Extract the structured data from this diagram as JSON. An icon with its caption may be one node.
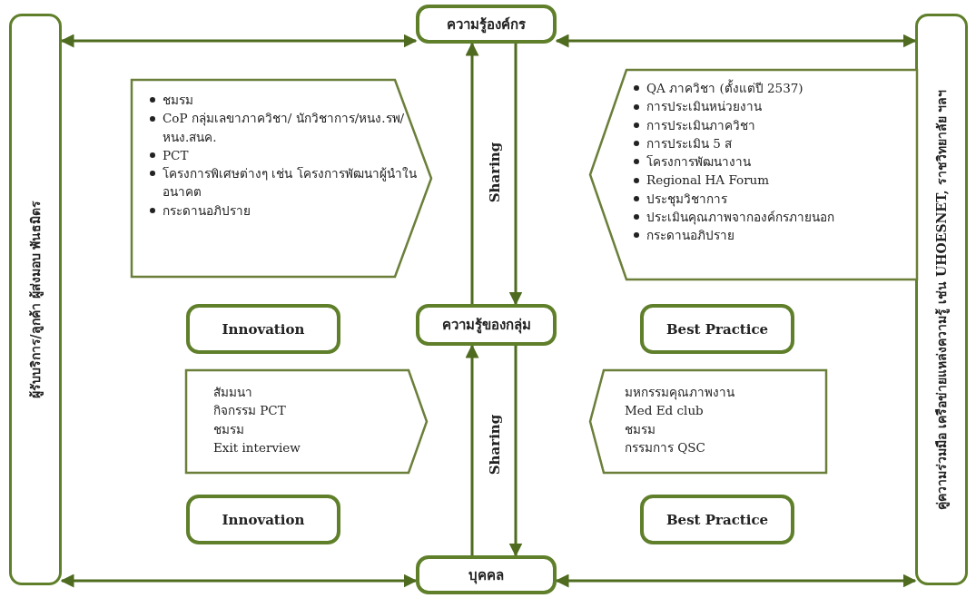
{
  "diagram": {
    "nodes": [
      {
        "text": [
          "ผู้รับบริการ/ลูกค้า  ผู้ส่งมอบ พันธมิตร"
        ]
      },
      {
        "text": [
          "คู่ความร่วมมือ เครือข่ายแหล่งความรู้ เช่น UHOESNET, ราชวิทยาลัย ฯลฯ"
        ]
      },
      {
        "text": [
          "ความรู้องค์กร"
        ]
      },
      {
        "text": [
          "ความรู้ของกลุ่ม"
        ]
      },
      {
        "text": [
          "บุคคล"
        ]
      },
      {
        "text": [
          "ชมรม",
          "CoP กลุ่มเลขาภาควิชา/ นักวิชาการ/หนง.รพ/ หนง.สนค.",
          "PCT",
          "โครงการพิเศษต่างๆ เช่น โครงการพัฒนาผู้นำในอนาคต",
          "กระดานอภิปราย"
        ]
      },
      {
        "text": [
          "QA ภาควิชา (ตั้งแต่ปี 2537)",
          "การประเมินหน่วยงาน",
          "การประเมินภาควิชา",
          "การประเมิน 5 ส",
          "โครงการพัฒนางาน",
          "Regional HA Forum",
          "ประชุมวิชาการ",
          "ประเมินคุณภาพจากองค์กรภายนอก",
          "กระดานอภิปราย"
        ]
      },
      {
        "text": [
          "Innovation"
        ]
      },
      {
        "text": [
          "Best Practice"
        ]
      },
      {
        "text": [
          "สัมมนา",
          "กิจกรรม PCT",
          "ชมรม",
          "Exit interview"
        ]
      },
      {
        "text": [
          "มหกรรมคุณภาพงาน",
          "Med Ed club",
          "ชมรม",
          "กรรมการ QSC"
        ]
      },
      {
        "text": [
          "Innovation"
        ]
      },
      {
        "text": [
          "Best Practice"
        ]
      }
    ],
    "edges": [
      {
        "from": 0,
        "to": 2,
        "arrow": "both"
      },
      {
        "from": 2,
        "to": 1,
        "arrow": "both"
      },
      {
        "from": 0,
        "to": 4,
        "arrow": "both"
      },
      {
        "from": 4,
        "to": 1,
        "arrow": "both"
      },
      {
        "from": 3,
        "to": 2,
        "arrow": "to"
      },
      {
        "from": 2,
        "to": 3,
        "arrow": "to"
      },
      {
        "from": 4,
        "to": 3,
        "arrow": "to"
      },
      {
        "from": 3,
        "to": 4,
        "arrow": "to"
      }
    ],
    "labels": [
      "Sharing",
      "Sharing"
    ]
  }
}
